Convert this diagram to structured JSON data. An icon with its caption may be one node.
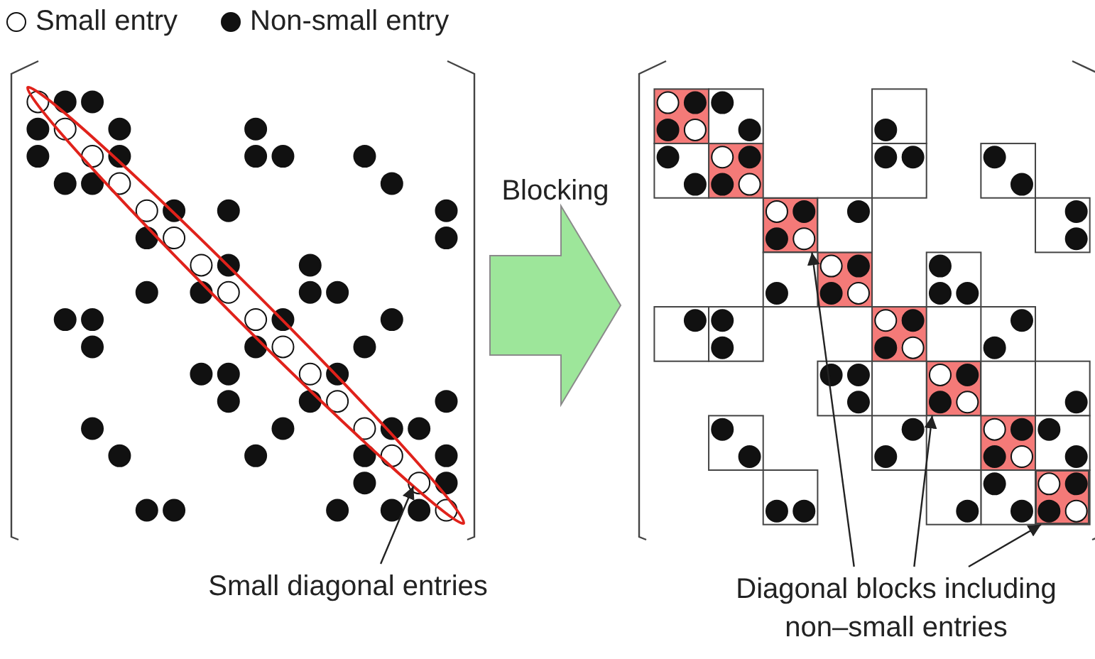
{
  "diagram": {
    "nodes": [
      {
        "text": [],
        "shape": "picture"
      },
      {
        "text": [],
        "shape": "ellipse",
        "in": 0
      },
      {
        "text": [],
        "shape": "picture"
      },
      {
        "text": [],
        "shape": "box",
        "in": 2
      },
      {
        "text": [],
        "shape": "box",
        "in": 2
      },
      {
        "text": [],
        "shape": "box",
        "in": 2
      },
      {
        "text": [
          "Small diagonal entries"
        ]
      },
      {
        "text": [
          "Diagonal blocks including non–small entries"
        ]
      }
    ],
    "edges": [
      {
        "from": 0,
        "to": 2,
        "arrow": "to",
        "label": "Blocking",
        "style": "thick",
        "color": "#9de69a"
      },
      {
        "from": 6,
        "to": 1,
        "arrow": "to"
      },
      {
        "from": 7,
        "to": 3,
        "arrow": "to"
      },
      {
        "from": 7,
        "to": 4,
        "arrow": "to"
      },
      {
        "from": 7,
        "to": 5,
        "arrow": "to"
      }
    ],
    "legend": [
      {
        "text": "Small entry"
      },
      {
        "text": "Non-small entry"
      }
    ]
  }
}
